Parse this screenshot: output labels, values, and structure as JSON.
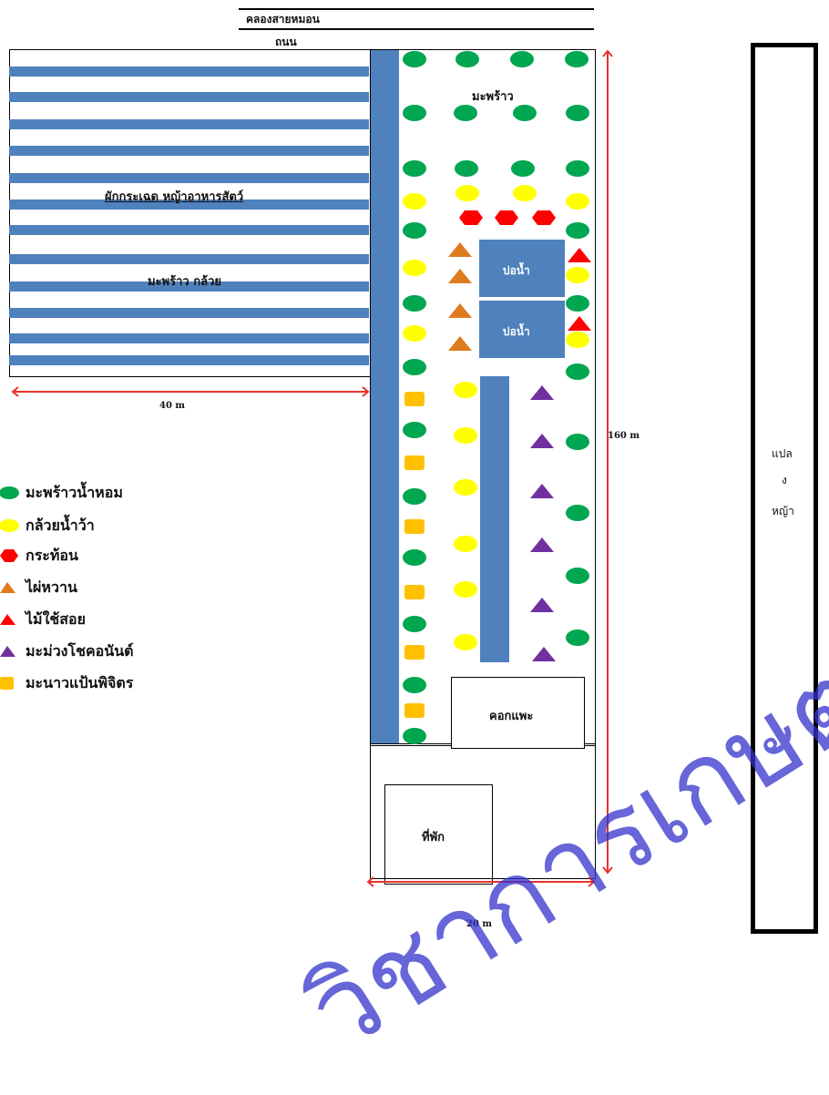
{
  "labels": {
    "canal": "คลองสายหมอน",
    "road": "ถนน",
    "coconut_top": "มะพร้าว",
    "raised_bed_1": "ผักกระเฉด หญ้าอาหารสัตว์",
    "raised_bed_2": "มะพร้าว กล้วย",
    "pond_1": "บ่อน้ำ",
    "pond_2": "บ่อน้ำ",
    "pen": "คอกแพะ",
    "house": "ที่พัก",
    "grass_plot_1": "แปล",
    "grass_plot_2": "ง",
    "grass_plot_3": "หญ้า"
  },
  "dimensions": {
    "width_left": "40 m",
    "length": "160 m",
    "width_right": "20 m"
  },
  "legend": [
    {
      "shape": "circle",
      "color": "#00a650",
      "label": "มะพร้าวน้ำหอม"
    },
    {
      "shape": "circle",
      "color": "#ffff00",
      "label": "กล้วยน้ำว้า"
    },
    {
      "shape": "hexagon",
      "color": "#ff0000",
      "label": "กระท้อน"
    },
    {
      "shape": "triangle",
      "color": "#e07a1f",
      "label": "ไผ่หวาน"
    },
    {
      "shape": "triangle",
      "color": "#ff0000",
      "label": "ไม้ใช้สอย"
    },
    {
      "shape": "triangle",
      "color": "#7030a0",
      "label": "มะม่วงโชคอนันต์"
    },
    {
      "shape": "square",
      "color": "#ffc000",
      "label": "มะนาวแป้นพิจิตร"
    }
  ],
  "colors": {
    "canal_blue": "#4f81bd",
    "arrow_red": "#e8322c",
    "watermark": "#3333cc"
  },
  "watermark": "วิชาการเกษตร"
}
